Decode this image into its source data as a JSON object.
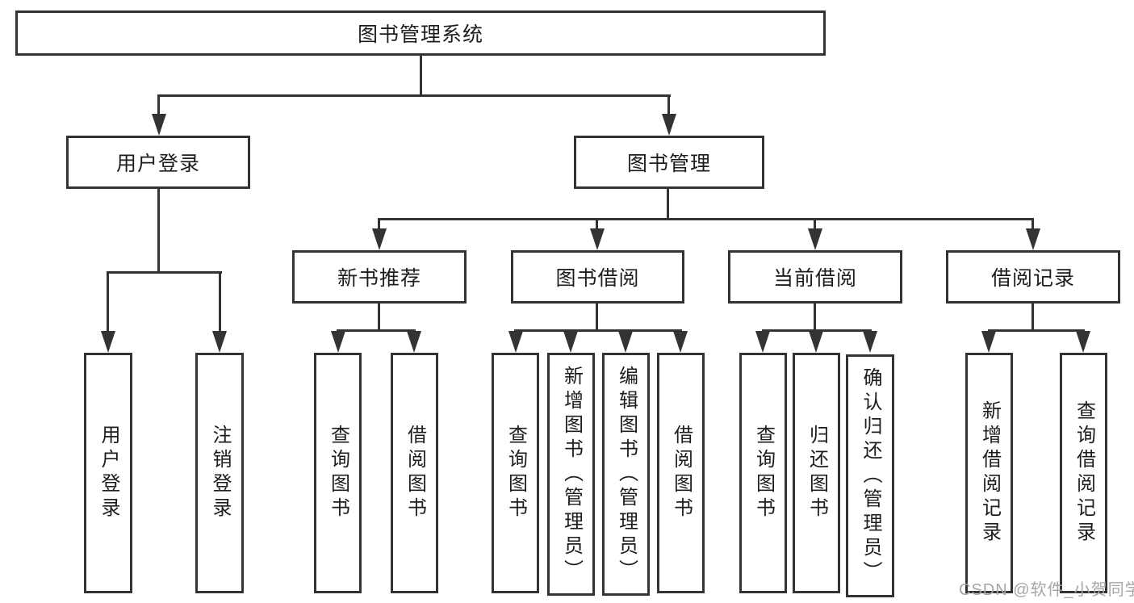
{
  "nodes": {
    "root": "图书管理系统",
    "user_login": "用户登录",
    "book_mgmt": "图书管理",
    "user_login_children": [
      "用户登录",
      "注销登录"
    ],
    "modules": [
      {
        "label": "新书推荐",
        "children": [
          "查询图书",
          "借阅图书"
        ]
      },
      {
        "label": "图书借阅",
        "children": [
          "查询图书",
          "新增图书（管理员）",
          "编辑图书（管理员）",
          "借阅图书"
        ]
      },
      {
        "label": "当前借阅",
        "children": [
          "查询图书",
          "归还图书",
          "确认归还（管理员）"
        ]
      },
      {
        "label": "借阅记录",
        "children": [
          "新增借阅记录",
          "查询借阅记录"
        ]
      }
    ]
  },
  "watermark": "CSDN @软件_小贺同学",
  "colors": {
    "line": "#333333",
    "text": "#1d1d1d",
    "background": "#ffffff",
    "watermark": "#a6a6a6"
  }
}
